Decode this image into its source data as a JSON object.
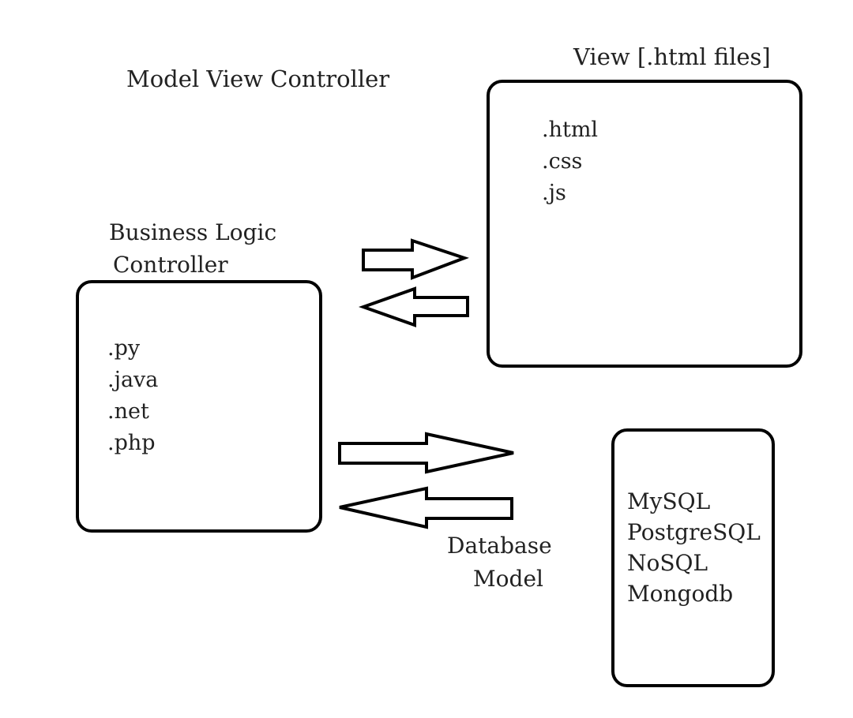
{
  "title": "Model View Controller",
  "view": {
    "label": "View [.html files]",
    "items": [
      ".html",
      ".css",
      ".js"
    ]
  },
  "controller": {
    "label_line1": "Business Logic",
    "label_line2": "Controller",
    "items": [
      ".py",
      ".java",
      ".net",
      ".php"
    ]
  },
  "model": {
    "label_line1": "Database",
    "label_line2": "Model",
    "items": [
      "MySQL",
      "PostgreSQL",
      "NoSQL",
      "Mongodb"
    ]
  }
}
